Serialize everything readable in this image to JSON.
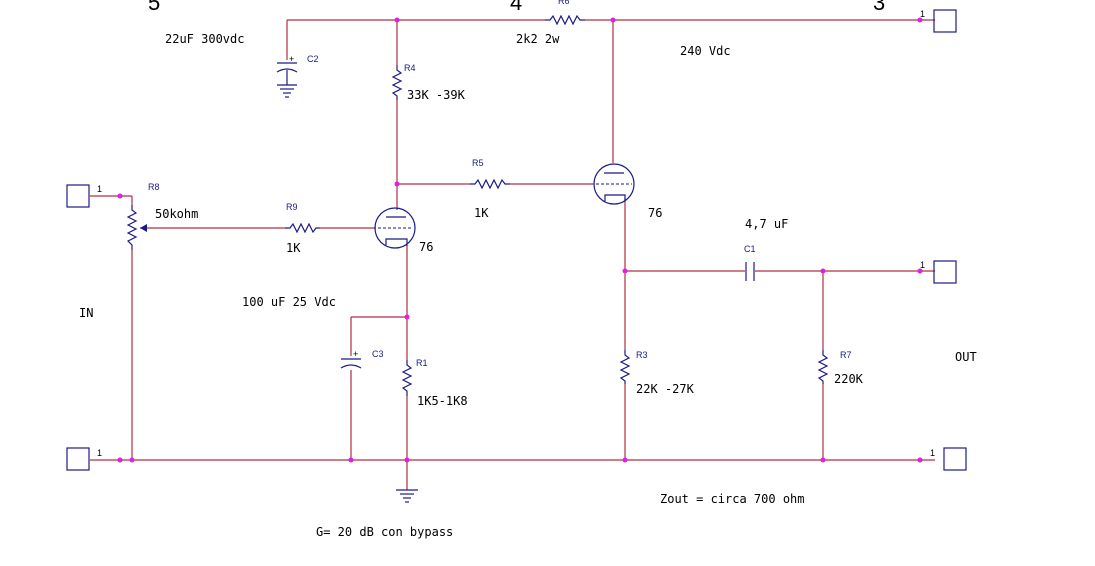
{
  "nodes": [
    "5",
    "4",
    "3"
  ],
  "labels": {
    "c2_value": "22uF 300vdc",
    "r6_value": "2k2 2w",
    "supply": "240 Vdc",
    "r4_value": "33K -39K",
    "r8_value": "50kohm",
    "r9_value": "1K",
    "r5_value": "1K",
    "tube_v1": "76",
    "tube_v2": "76",
    "c1_value": "4,7 uF",
    "c3_value": "100 uF 25 Vdc",
    "r1_value": "1K5-1K8",
    "r3_value": "22K -27K",
    "r7_value": "220K",
    "in_label": "IN",
    "out_label": "OUT",
    "zout": "Zout = circa 700 ohm",
    "gain": "G= 20 dB con bypass"
  },
  "refs": {
    "c2": "C2",
    "r6": "R6",
    "r4": "R4",
    "r8": "R8",
    "r9": "R9",
    "r5": "R5",
    "c1": "C1",
    "c3": "C3",
    "r1": "R1",
    "r3": "R3",
    "r7": "R7"
  },
  "pins": {
    "in_top": "1",
    "in_bottom": "1",
    "supply_conn": "1",
    "out_top": "1",
    "out_bottom": "1"
  },
  "colors": {
    "wire": "#b03040",
    "component": "#1a1a8a",
    "junction": "#e020e0"
  }
}
